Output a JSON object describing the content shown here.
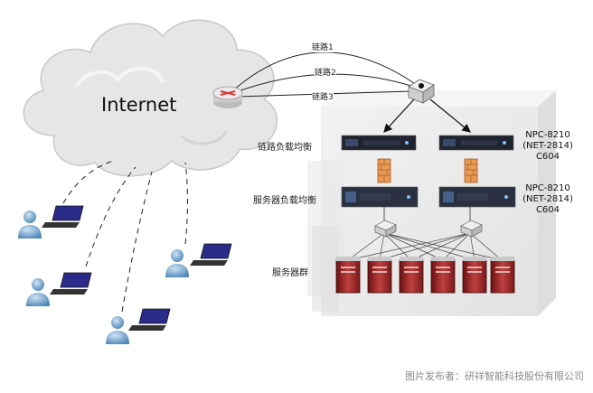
{
  "cloud_label": "Internet",
  "links": [
    "链路1",
    "链路2",
    "链路3"
  ],
  "sections": {
    "link_lb": "链路负载均衡",
    "server_lb": "服务器负载均衡",
    "server_group": "服务器群"
  },
  "device_labels": [
    {
      "line1": "NPC-8210",
      "line2": "(NET-2814)",
      "line3": "C604"
    },
    {
      "line1": "NPC-8210",
      "line2": "(NET-2814)",
      "line3": "C604"
    }
  ],
  "credit": "图片发布者：研祥智能科技股份有限公司",
  "colors": {
    "cloud": "#e6e6e6",
    "firewall": "#e89a55",
    "server": "#9c2a2a",
    "box": "#ededed"
  },
  "icons": [
    "cloud-icon",
    "router-icon",
    "switch-icon",
    "appliance-icon",
    "firewall-icon",
    "server-icon",
    "user-icon",
    "laptop-icon"
  ]
}
